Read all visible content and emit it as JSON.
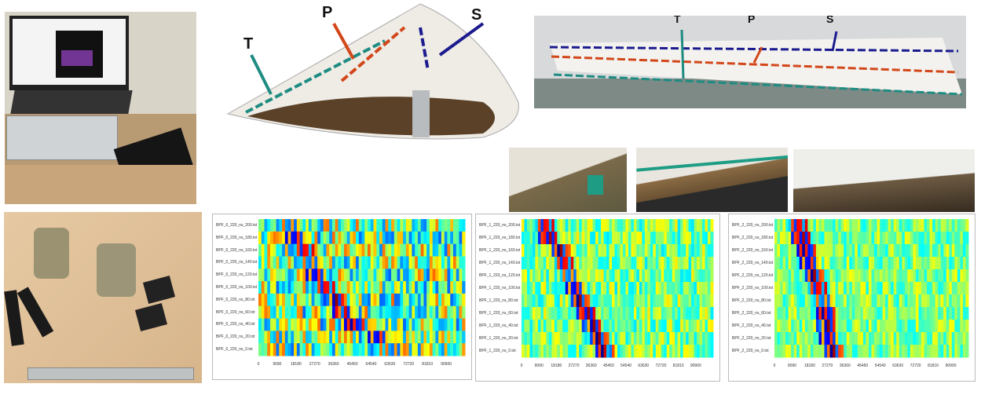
{
  "blade_photo_left": {
    "labels": [
      "T",
      "P",
      "S"
    ]
  },
  "blade_photo_right": {
    "labels": [
      "T",
      "P",
      "S"
    ]
  },
  "chart_data": [
    {
      "type": "heatmap",
      "rows": [
        "BPF_0_220_ns_200.txt",
        "BPF_0_220_ns_180.txt",
        "BPF_0_220_ns_160.txt",
        "BPF_0_220_ns_140.txt",
        "BPF_0_220_ns_120.txt",
        "BPF_0_220_ns_100.txt",
        "BPF_0_220_ns_80.txt",
        "BPF_0_220_ns_60.txt",
        "BPF_0_220_ns_40.txt",
        "BPF_0_220_ns_20.txt",
        "BPF_0_220_ns_0.txt"
      ],
      "xticks": [
        "0",
        "9090",
        "18180",
        "27270",
        "36360",
        "45450",
        "54540",
        "63630",
        "72720",
        "81810",
        "90900"
      ],
      "xlim": [
        0,
        99990
      ],
      "peak_position": [
        15000,
        18000,
        22000,
        25000,
        28000,
        32000,
        37000,
        41000,
        46000,
        58000,
        65000
      ],
      "noise": 0.55
    },
    {
      "type": "heatmap",
      "rows": [
        "BPF_1_220_ns_200.txt",
        "BPF_1_220_ns_180.txt",
        "BPF_1_220_ns_160.txt",
        "BPF_1_220_ns_140.txt",
        "BPF_1_220_ns_120.txt",
        "BPF_1_220_ns_100.txt",
        "BPF_1_220_ns_80.txt",
        "BPF_1_220_ns_60.txt",
        "BPF_1_220_ns_40.txt",
        "BPF_1_220_ns_20.txt",
        "BPF_1_220_ns_0.txt"
      ],
      "xticks": [
        "0",
        "9090",
        "18180",
        "27270",
        "36360",
        "45450",
        "54540",
        "63630",
        "72720",
        "81810",
        "90900"
      ],
      "xlim": [
        0,
        99990
      ],
      "peak_position": [
        12000,
        14000,
        20000,
        22000,
        25000,
        28000,
        30000,
        34000,
        37000,
        40000,
        43000
      ],
      "noise": 0.3
    },
    {
      "type": "heatmap",
      "rows": [
        "BPF_2_220_ns_200.txt",
        "BPF_2_220_ns_180.txt",
        "BPF_2_220_ns_160.txt",
        "BPF_2_220_ns_140.txt",
        "BPF_2_220_ns_120.txt",
        "BPF_2_220_ns_100.txt",
        "BPF_2_220_ns_80.txt",
        "BPF_2_220_ns_60.txt",
        "BPF_2_220_ns_40.txt",
        "BPF_2_220_ns_20.txt",
        "BPF_2_220_ns_0.txt"
      ],
      "xticks": [
        "0",
        "9090",
        "18180",
        "27270",
        "36360",
        "45450",
        "54540",
        "63630",
        "72720",
        "81810",
        "90900"
      ],
      "xlim": [
        0,
        99990
      ],
      "peak_position": [
        12000,
        14000,
        16000,
        18000,
        20000,
        22000,
        25000,
        26000,
        27000,
        28000,
        30000
      ],
      "noise": 0.25
    }
  ]
}
